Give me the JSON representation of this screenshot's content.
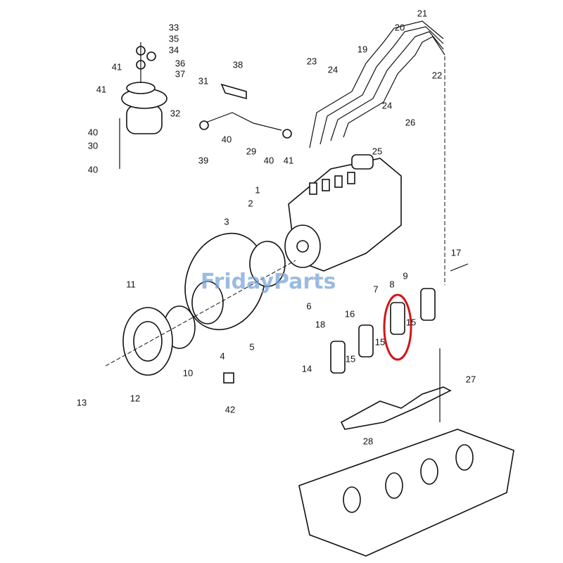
{
  "watermark": {
    "text": "FridayParts",
    "color": "#7aa5d8",
    "accent": "#e8a040"
  },
  "highlight": {
    "color": "#d0161b",
    "target_label": "15"
  },
  "callouts": [
    "33",
    "35",
    "34",
    "36",
    "37",
    "31",
    "41",
    "38",
    "41",
    "32",
    "40",
    "30",
    "40",
    "39",
    "40",
    "29",
    "40",
    "41",
    "23",
    "24",
    "19",
    "20",
    "21",
    "22",
    "24",
    "26",
    "25",
    "1",
    "2",
    "3",
    "6",
    "7",
    "8",
    "9",
    "17",
    "11",
    "16",
    "18",
    "15",
    "15",
    "15",
    "14",
    "10",
    "4",
    "5",
    "12",
    "13",
    "42",
    "27",
    "28"
  ]
}
